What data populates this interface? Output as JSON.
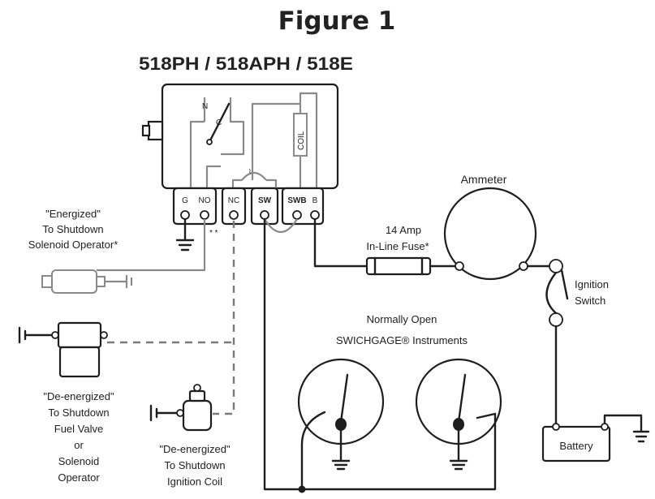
{
  "title": "Figure 1",
  "model": "518PH / 518APH / 518E",
  "terminals": [
    "G",
    "NO",
    "NC",
    "SW",
    "SWB",
    "B"
  ],
  "coil_label": "COIL",
  "switch_labels": [
    "N",
    "C"
  ],
  "terminal_note": "* *",
  "energized": {
    "line1": "\"Energized\"",
    "line2": "To Shutdown",
    "line3": "Solenoid Operator*"
  },
  "deenergized_fuel": {
    "line1": "\"De-energized\"",
    "line2": "To Shutdown",
    "line3": "Fuel Valve",
    "line4": "or",
    "line5": "Solenoid",
    "line6": "Operator"
  },
  "deenergized_ignition": {
    "line1": "\"De-energized\"",
    "line2": "To Shutdown",
    "line3": "Ignition Coil"
  },
  "fuse": {
    "line1": "14 Amp",
    "line2": "In-Line Fuse*"
  },
  "ammeter_label": "Ammeter",
  "ignition_switch": {
    "line1": "Ignition",
    "line2": "Switch"
  },
  "instruments": {
    "line1": "Normally Open",
    "line2": "SWICHGAGE® Instruments"
  },
  "battery_label": "Battery"
}
